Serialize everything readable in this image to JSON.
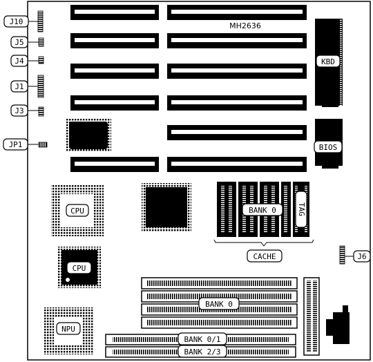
{
  "board": {
    "model": "MH2636",
    "jumper_labels": {
      "j10": "J10",
      "j5": "J5",
      "j4": "J4",
      "j1": "J1",
      "j3": "J3",
      "jp1": "JP1",
      "j6": "J6"
    },
    "chip_labels": {
      "kbd": "KBD",
      "bios": "BIOS",
      "cpu_socket": "CPU",
      "cpu": "CPU",
      "npu": "NPU"
    },
    "cache_labels": {
      "bank": "BANK 0",
      "tag": "TAG",
      "cache": "CACHE"
    },
    "memory_labels": {
      "simm_bank": "BANK 0",
      "bank_01": "BANK 0/1",
      "bank_23": "BANK 2/3"
    }
  }
}
